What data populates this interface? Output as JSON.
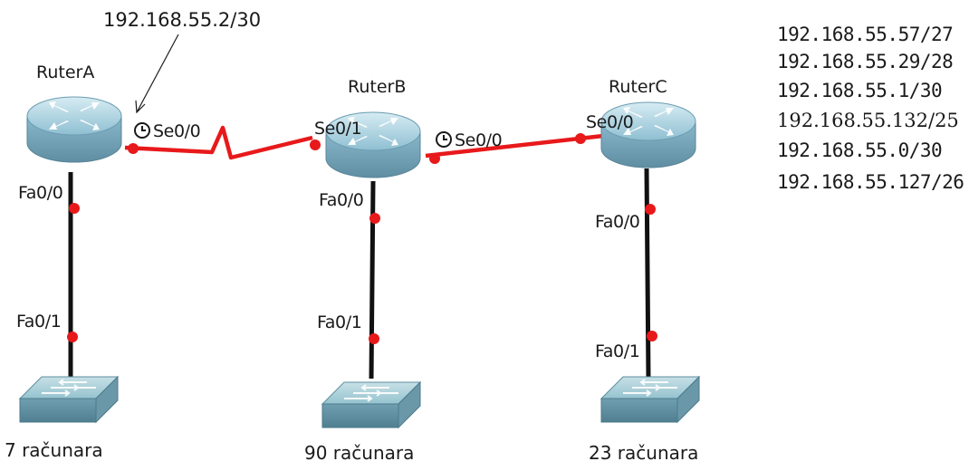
{
  "annotation": {
    "address": "192.168.55.2/30"
  },
  "routers": {
    "a": {
      "name": "RuterA",
      "serial": "Se0/0",
      "fast": "Fa0/0"
    },
    "b": {
      "name": "RuterB",
      "serial_in": "Se0/1",
      "serial_out": "Se0/0",
      "fast": "Fa0/0"
    },
    "c": {
      "name": "RuterC",
      "serial": "Se0/0",
      "fast": "Fa0/0"
    }
  },
  "switches": {
    "a": {
      "port": "Fa0/1",
      "hosts": "7 računara"
    },
    "b": {
      "port": "Fa0/1",
      "hosts": "90 računara"
    },
    "c": {
      "port": "Fa0/1",
      "hosts": "23 računara"
    }
  },
  "address_list": [
    "192.168.55.57/27",
    "192.168.55.29/28",
    "192.168.55.1/30",
    "192.168.55.132/25",
    "192.168.55.0/30",
    "192.168.55.127/26"
  ],
  "colors": {
    "link_down": "#e8191b",
    "cable": "#111111",
    "router_body": "#7fb0c8",
    "switch_body": "#7fb0c0"
  }
}
